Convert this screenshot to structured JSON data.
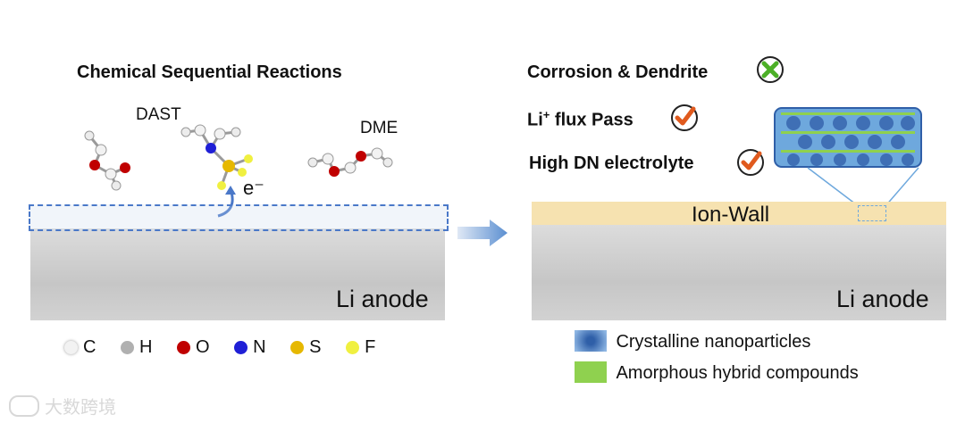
{
  "left": {
    "title": "Chemical Sequential Reactions",
    "dast_label": "DAST",
    "dme_label": "DME",
    "electron_label": "e⁻",
    "anode_label": "Li anode",
    "atoms": [
      {
        "symbol": "C",
        "color": "#f2f2f2"
      },
      {
        "symbol": "H",
        "color": "#b0b0b0"
      },
      {
        "symbol": "O",
        "color": "#c00000"
      },
      {
        "symbol": "N",
        "color": "#1f1fd6"
      },
      {
        "symbol": "S",
        "color": "#e6b800"
      },
      {
        "symbol": "F",
        "color": "#f0f040"
      }
    ]
  },
  "right": {
    "item1": "Corrosion & Dendrite",
    "item2_prefix": "Li",
    "item2_sup": "+",
    "item2_rest": " flux Pass",
    "item3": "High DN electrolyte",
    "ion_wall_label": "Ion-Wall",
    "anode_label": "Li anode",
    "legend": [
      {
        "label": "Crystalline nanoparticles",
        "color": "#3f6fb5"
      },
      {
        "label": "Amorphous hybrid compounds",
        "color": "#8fd14f"
      }
    ]
  },
  "watermark": "大数跨境",
  "colors": {
    "accent_check": "#e05a1e",
    "cross": "#4caf27",
    "dash": "#4a78c8",
    "ion_wall": "#f6e2b0"
  }
}
